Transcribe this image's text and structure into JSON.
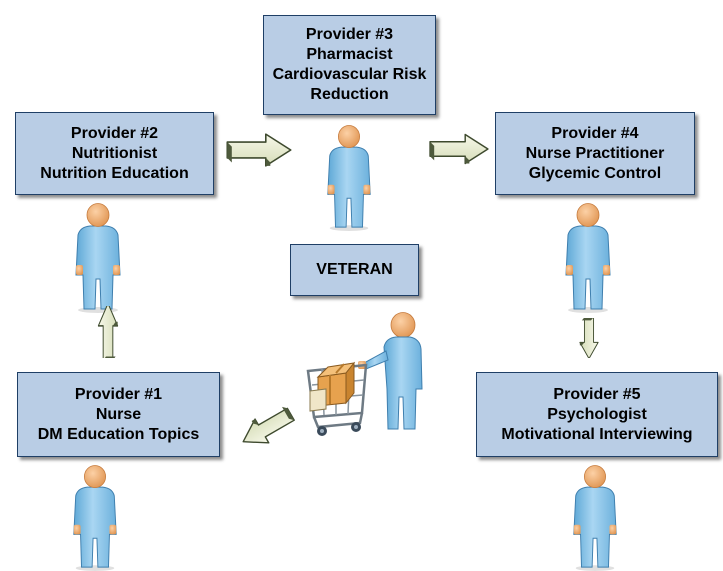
{
  "center": {
    "label": "VETERAN"
  },
  "providers": [
    {
      "id": "p1",
      "title": "Provider #1",
      "role": "Nurse",
      "focus": "DM Education Topics",
      "focus2": ""
    },
    {
      "id": "p2",
      "title": "Provider #2",
      "role": "Nutritionist",
      "focus": "Nutrition Education",
      "focus2": ""
    },
    {
      "id": "p3",
      "title": "Provider #3",
      "role": "Pharmacist",
      "focus": "Cardiovascular Risk",
      "focus2": "Reduction"
    },
    {
      "id": "p4",
      "title": "Provider #4",
      "role": "Nurse Practitioner",
      "focus": "Glycemic Control",
      "focus2": ""
    },
    {
      "id": "p5",
      "title": "Provider #5",
      "role": "Psychologist",
      "focus": "Motivational Interviewing",
      "focus2": ""
    }
  ],
  "colors": {
    "box_fill": "#b9cde5",
    "box_border": "#1f3f66",
    "person_fill": "#8fc4e8",
    "skin": "#f2b27c",
    "arrow_light": "#ecf0d6",
    "arrow_dark": "#4e5a3c"
  },
  "icons": {
    "person": "person-icon",
    "cart": "shopping-cart-icon",
    "arrow": "block-arrow-icon"
  }
}
